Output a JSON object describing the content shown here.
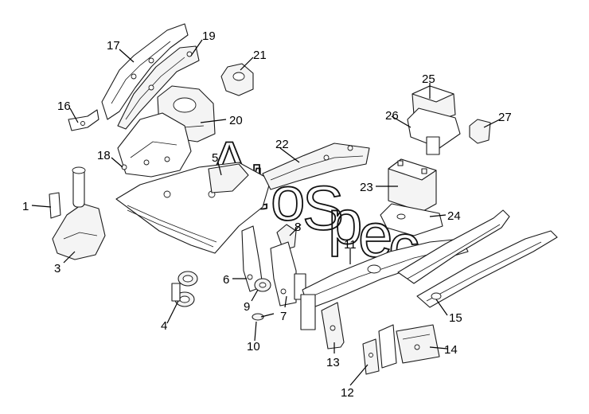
{
  "callouts": [
    {
      "id": "1",
      "label": "1"
    },
    {
      "id": "3",
      "label": "3"
    },
    {
      "id": "4",
      "label": "4"
    },
    {
      "id": "5",
      "label": "5"
    },
    {
      "id": "6",
      "label": "6"
    },
    {
      "id": "7",
      "label": "7"
    },
    {
      "id": "8",
      "label": "8"
    },
    {
      "id": "9",
      "label": "9"
    },
    {
      "id": "10",
      "label": "10"
    },
    {
      "id": "11",
      "label": "11"
    },
    {
      "id": "12",
      "label": "12"
    },
    {
      "id": "13",
      "label": "13"
    },
    {
      "id": "14",
      "label": "14"
    },
    {
      "id": "15",
      "label": "15"
    },
    {
      "id": "16",
      "label": "16"
    },
    {
      "id": "17",
      "label": "17"
    },
    {
      "id": "18",
      "label": "18"
    },
    {
      "id": "19",
      "label": "19"
    },
    {
      "id": "20",
      "label": "20"
    },
    {
      "id": "21",
      "label": "21"
    },
    {
      "id": "22",
      "label": "22"
    },
    {
      "id": "23",
      "label": "23"
    },
    {
      "id": "24",
      "label": "24"
    },
    {
      "id": "25",
      "label": "25"
    },
    {
      "id": "26",
      "label": "26"
    },
    {
      "id": "27",
      "label": "27"
    }
  ],
  "watermark": {
    "letters": [
      "A",
      "u",
      "t",
      "o",
      "S",
      "p",
      "e",
      "c"
    ]
  }
}
